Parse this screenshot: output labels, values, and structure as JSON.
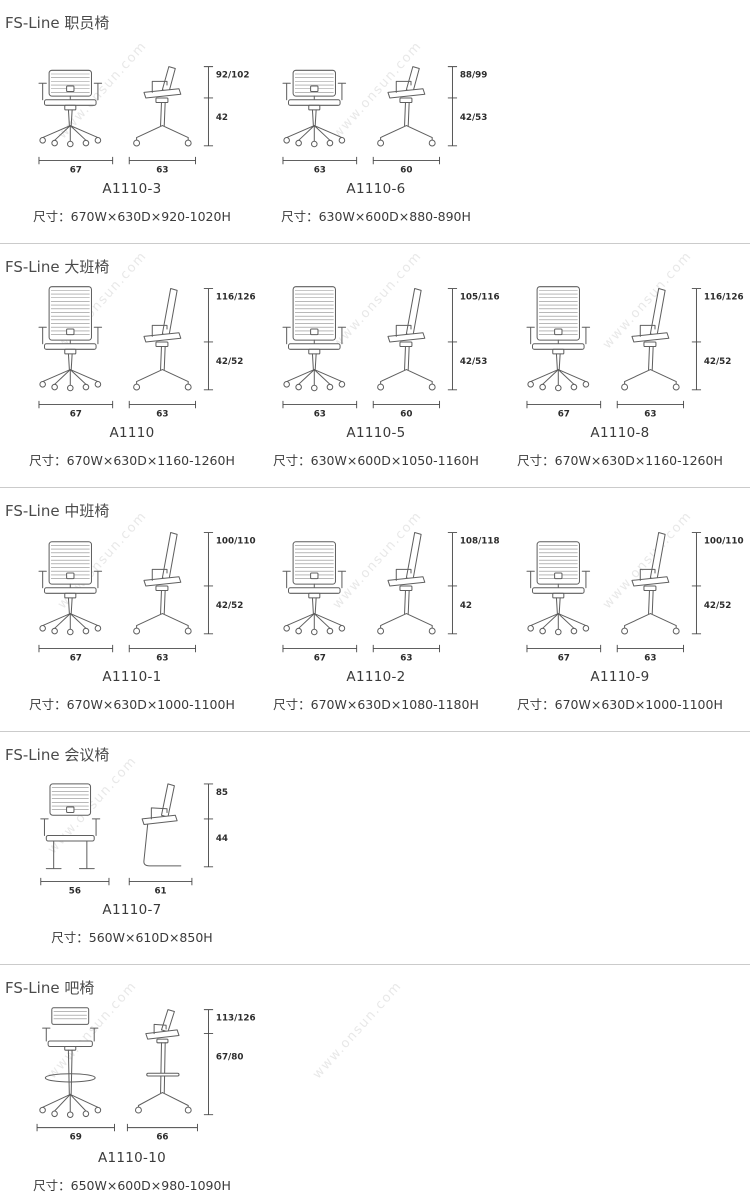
{
  "watermark": "www.onsun.com",
  "sections": [
    {
      "title": "FS-Line 职员椅",
      "products": [
        {
          "model": "A1110-3",
          "size": "尺寸：670W×630D×920-1020H",
          "front_width": "67",
          "side_width": "63",
          "h_upper": "92/102",
          "h_lower": "42"
        },
        {
          "model": "A1110-6",
          "size": "尺寸：630W×600D×880-890H",
          "front_width": "63",
          "side_width": "60",
          "h_upper": "88/99",
          "h_lower": "42/53"
        }
      ]
    },
    {
      "title": "FS-Line 大班椅",
      "products": [
        {
          "model": "A1110",
          "size": "尺寸：670W×630D×1160-1260H",
          "front_width": "67",
          "side_width": "63",
          "h_upper": "116/126",
          "h_lower": "42/52"
        },
        {
          "model": "A1110-5",
          "size": "尺寸：630W×600D×1050-1160H",
          "front_width": "63",
          "side_width": "60",
          "h_upper": "105/116",
          "h_lower": "42/53"
        },
        {
          "model": "A1110-8",
          "size": "尺寸：670W×630D×1160-1260H",
          "front_width": "67",
          "side_width": "63",
          "h_upper": "116/126",
          "h_lower": "42/52"
        }
      ]
    },
    {
      "title": "FS-Line 中班椅",
      "products": [
        {
          "model": "A1110-1",
          "size": "尺寸：670W×630D×1000-1100H",
          "front_width": "67",
          "side_width": "63",
          "h_upper": "100/110",
          "h_lower": "42/52"
        },
        {
          "model": "A1110-2",
          "size": "尺寸：670W×630D×1080-1180H",
          "front_width": "67",
          "side_width": "63",
          "h_upper": "108/118",
          "h_lower": "42"
        },
        {
          "model": "A1110-9",
          "size": "尺寸：670W×630D×1000-1100H",
          "front_width": "67",
          "side_width": "63",
          "h_upper": "100/110",
          "h_lower": "42/52"
        }
      ]
    },
    {
      "title": "FS-Line 会议椅",
      "products": [
        {
          "model": "A1110-7",
          "size": "尺寸：560W×610D×850H",
          "front_width": "56",
          "side_width": "61",
          "h_upper": "85",
          "h_lower": "44"
        }
      ]
    },
    {
      "title": "FS-Line 吧椅",
      "products": [
        {
          "model": "A1110-10",
          "size": "尺寸：650W×600D×980-1090H",
          "front_width": "69",
          "side_width": "66",
          "h_upper": "113/126",
          "h_lower": "67/80"
        }
      ]
    }
  ]
}
